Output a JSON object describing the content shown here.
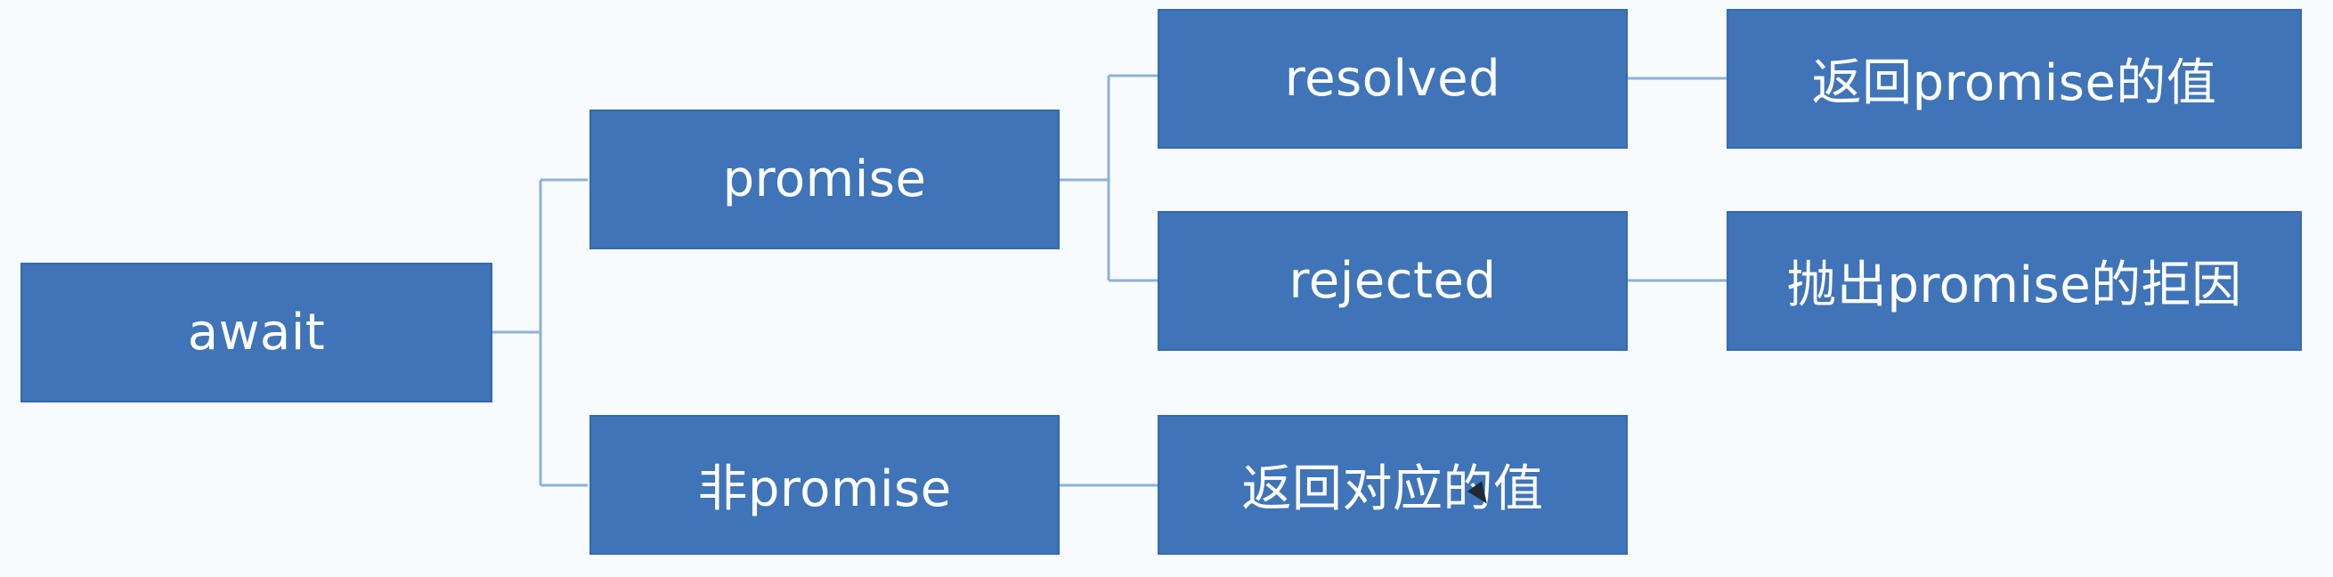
{
  "diagram": {
    "nodes": {
      "root": "await",
      "promise": "promise",
      "non_promise": "非promise",
      "resolved": "resolved",
      "rejected": "rejected",
      "resolved_result": "返回promise的值",
      "rejected_result": "抛出promise的拒因",
      "non_promise_result": "返回对应的值"
    }
  },
  "colors": {
    "node_fill": "#3f74b8",
    "node_border": "#356aae",
    "connector": "#8fb1d6",
    "background": "#f7fbfd",
    "text": "#ffffff"
  },
  "icons": {
    "cursor": "cursor-icon"
  }
}
